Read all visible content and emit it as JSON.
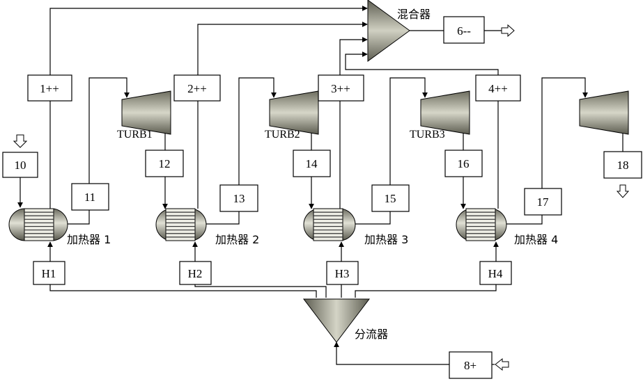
{
  "mixer": {
    "label": "混合器"
  },
  "splitter": {
    "label": "分流器"
  },
  "turbines": [
    {
      "id": "t1",
      "label": "TURB1"
    },
    {
      "id": "t2",
      "label": "TURB2"
    },
    {
      "id": "t3",
      "label": "TURB3"
    },
    {
      "id": "t4",
      "label": ""
    }
  ],
  "heaters": [
    {
      "id": "h1",
      "label": "加热器 1"
    },
    {
      "id": "h2",
      "label": "加热器 2"
    },
    {
      "id": "h3",
      "label": "加热器 3"
    },
    {
      "id": "h4",
      "label": "加热器 4"
    }
  ],
  "streams": {
    "s1": "1++",
    "s2": "2++",
    "s3": "3++",
    "s4": "4++",
    "s6": "6--",
    "s8": "8+",
    "s10": "10",
    "s11": "11",
    "s12": "12",
    "s13": "13",
    "s14": "14",
    "s15": "15",
    "s16": "16",
    "s17": "17",
    "s18": "18",
    "H1": "H1",
    "H2": "H2",
    "H3": "H3",
    "H4": "H4"
  },
  "colors": {
    "equipment_dark": "#5a5a4e",
    "equipment_light": "#d8d8cc",
    "line": "#000000"
  }
}
